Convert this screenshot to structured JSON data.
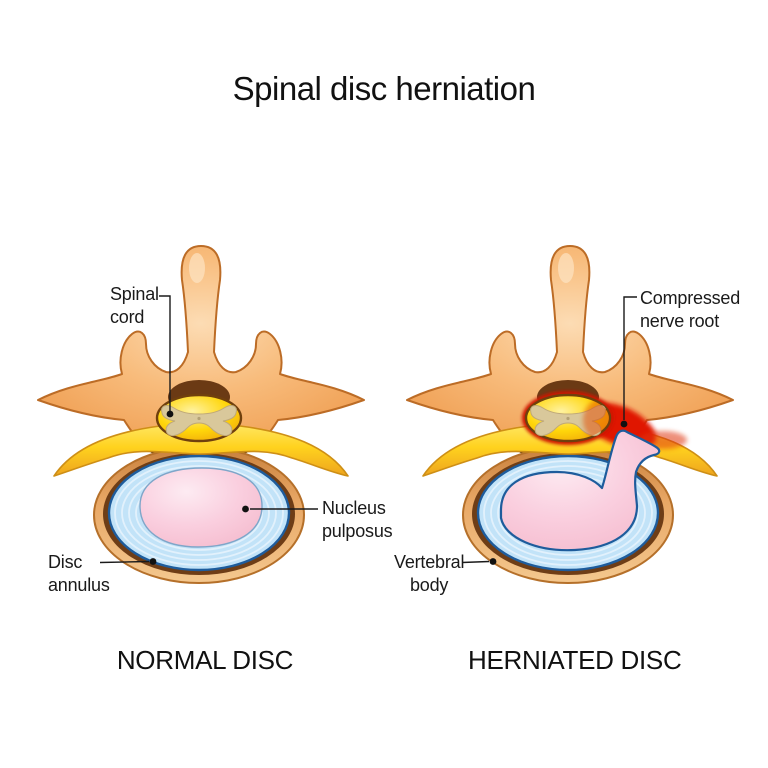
{
  "title": "Spinal disc herniation",
  "figures": [
    {
      "id": "normal-disc",
      "caption": "NORMAL DISC",
      "labels": [
        {
          "text": "Spinal\ncord"
        },
        {
          "text": "Nucleus\npulposus"
        },
        {
          "text": "Disc\nannulus"
        }
      ]
    },
    {
      "id": "herniated-disc",
      "caption": "HERNIATED DISC",
      "labels": [
        {
          "text": "Compressed\nnerve root"
        },
        {
          "text": "Vertebral\nbody"
        }
      ]
    }
  ],
  "palette": {
    "background": "#FFFFFF",
    "bone_orange": "#F5A55F",
    "nerve_yellow": "#FFD21E",
    "spinal_cord_yellow": "#FFD60A",
    "gray_matter_tan": "#D9C89B",
    "annulus_blue": "#C2E3F8",
    "annulus_outline_blue": "#1E5C9C",
    "nucleus_pink": "#FACFDF",
    "vertebral_body_tan": "#EFBE85",
    "shadow_brown": "#5E3413",
    "inflamed_red": "#E01404",
    "text_black": "#1A1A1A"
  }
}
